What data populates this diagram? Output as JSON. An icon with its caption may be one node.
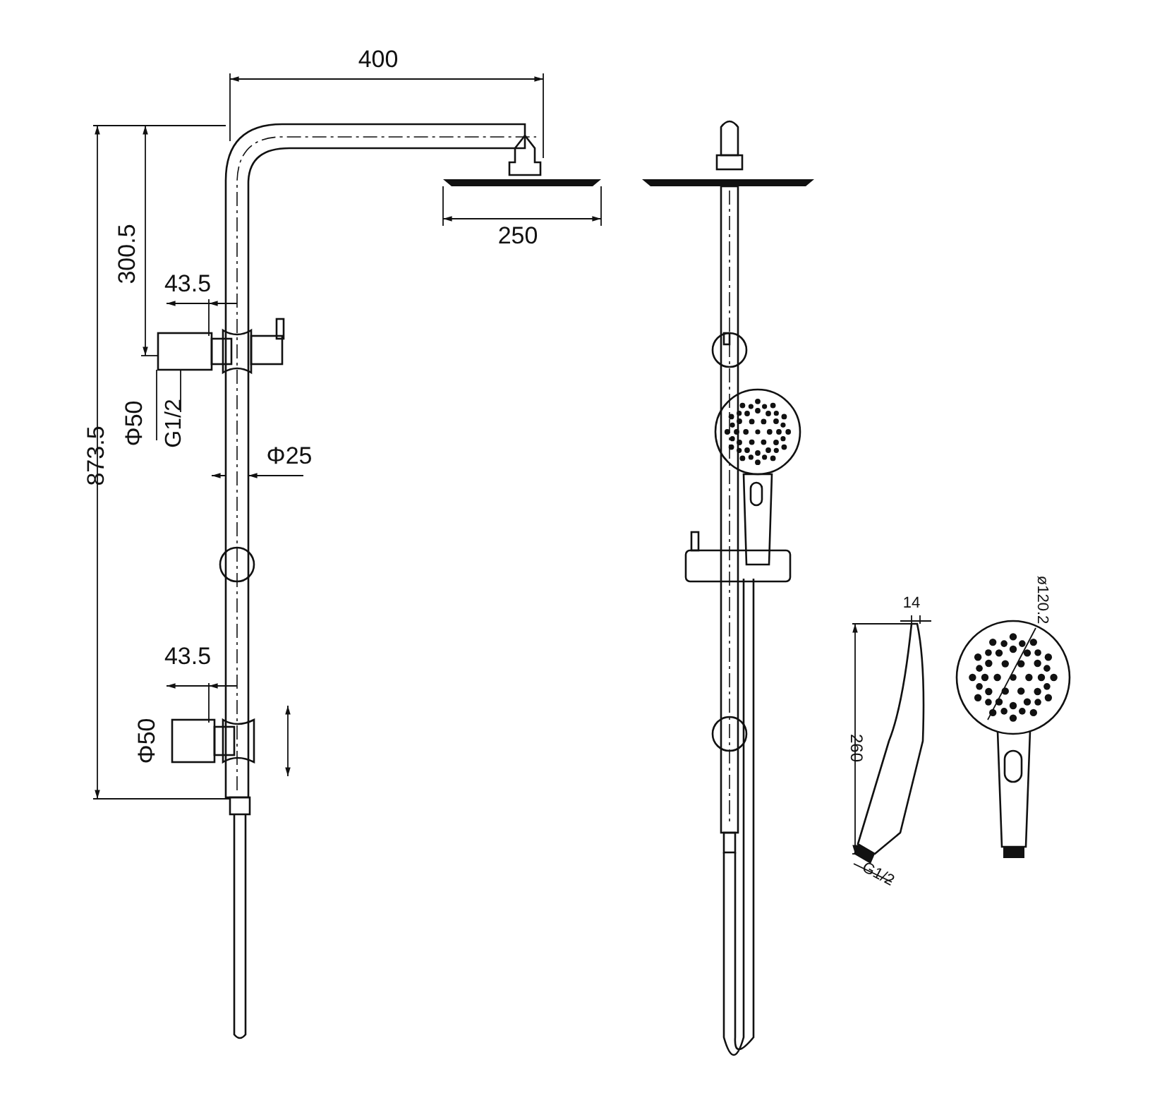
{
  "diagram": {
    "labels": [
      "400",
      "250",
      "300.5",
      "43.5",
      "Φ50",
      "G1/2",
      "Φ25",
      "873.5",
      "43.5",
      "Φ50",
      "14",
      "ø120.2",
      "260",
      "G1/2"
    ]
  }
}
